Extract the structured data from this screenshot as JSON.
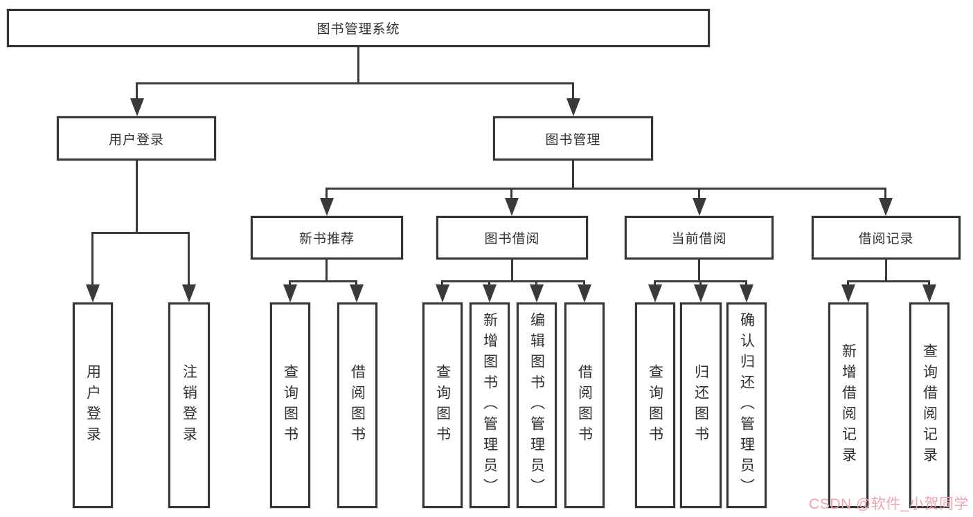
{
  "nodes": {
    "root": {
      "label": "图书管理系统"
    },
    "l2": [
      {
        "id": "user-login",
        "label": "用户登录"
      },
      {
        "id": "book-management",
        "label": "图书管理"
      }
    ],
    "l3": [
      {
        "id": "new-book-recommend",
        "label": "新书推荐"
      },
      {
        "id": "book-borrow",
        "label": "图书借阅"
      },
      {
        "id": "current-borrow",
        "label": "当前借阅"
      },
      {
        "id": "borrow-records",
        "label": "借阅记录"
      }
    ],
    "leaves": [
      {
        "id": "user-login-leaf",
        "label": "用户登录"
      },
      {
        "id": "logout",
        "label": "注销登录"
      },
      {
        "id": "query-book-recommend",
        "label": "查询图书"
      },
      {
        "id": "borrow-book-recommend",
        "label": "借阅图书"
      },
      {
        "id": "query-book-borrow",
        "label": "查询图书"
      },
      {
        "id": "add-book-admin",
        "label": "新增图书（管理员）"
      },
      {
        "id": "edit-book-admin",
        "label": "编辑图书（管理员）"
      },
      {
        "id": "borrow-book",
        "label": "借阅图书"
      },
      {
        "id": "query-book-current",
        "label": "查询图书"
      },
      {
        "id": "return-book",
        "label": "归还图书"
      },
      {
        "id": "confirm-return-admin",
        "label": "确认归还（管理员）"
      },
      {
        "id": "add-borrow-record",
        "label": "新增借阅记录"
      },
      {
        "id": "query-borrow-record",
        "label": "查询借阅记录"
      }
    ]
  },
  "watermark": {
    "text": "CSDN @软件_小贺同学",
    "color": "#f0a3ae"
  },
  "colors": {
    "line": "#3a3a3a",
    "box_border": "#363636",
    "text": "#2f2f2f",
    "background": "#ffffff"
  }
}
